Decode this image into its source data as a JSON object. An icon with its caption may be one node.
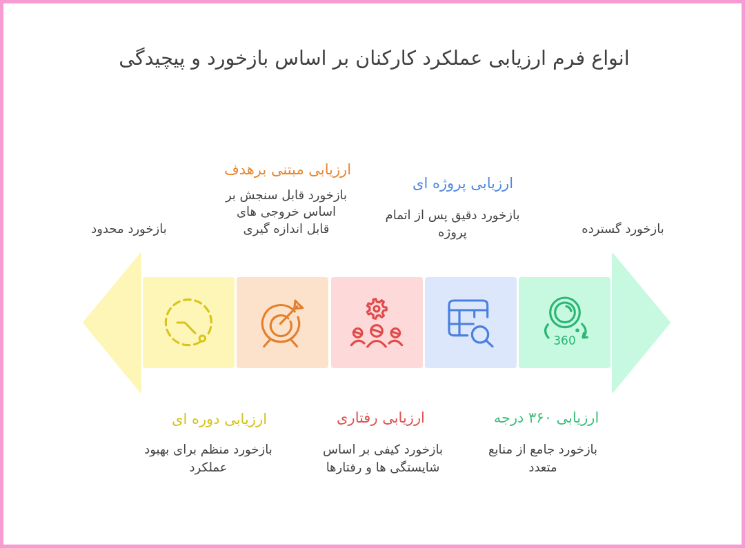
{
  "diagram": {
    "title": "انواع فرم ارزیابی عملکرد کارکنان بر اساس بازخورد و پیچیدگی",
    "nodes": [
      {
        "text": [
          "ارزیابی ۳۶۰ درجه"
        ]
      },
      {
        "text": [
          "ارزیابی پروژه ای",
          "بازخورد دقیق پس از اتمام پروژه"
        ]
      },
      {
        "text": [
          "ارزیابی رفتاری"
        ]
      },
      {
        "text": [
          "ارزیابی مبتنی برهدف",
          "بازخورد قابل سنجش بر اساس خروجی های قابل اندازه گیری"
        ]
      },
      {
        "text": [
          "ارزیابی دوره ای"
        ]
      }
    ],
    "labels": [
      "بازخورد گسترده",
      "بازخورد محدود",
      "360",
      "بازخورد جامع از منابع متعدد",
      "بازخورد کیفی بر اساس شایستگی ها و رفتارها",
      "بازخورد منظم برای بهبود عملکرد"
    ]
  }
}
